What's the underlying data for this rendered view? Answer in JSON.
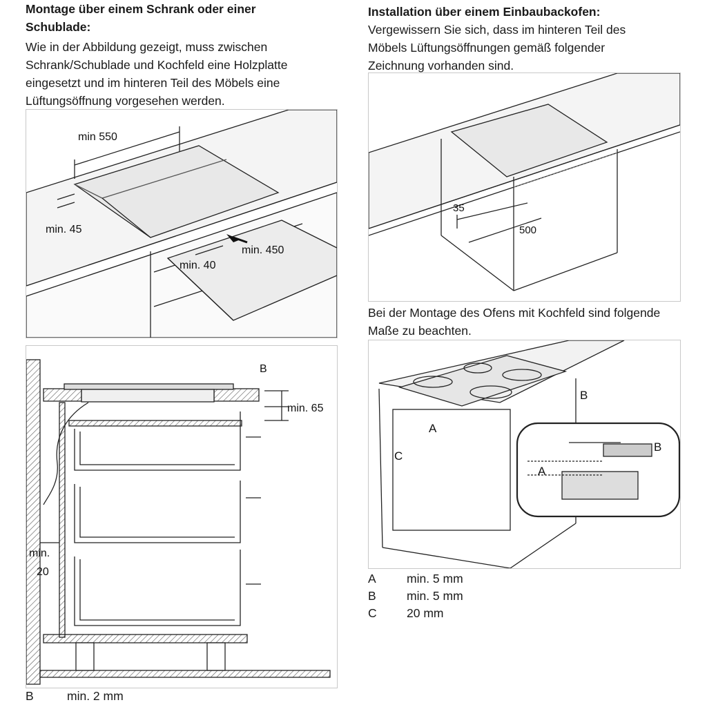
{
  "left": {
    "heading": [
      "Montage über einem Schrank oder einer",
      "Schublade:"
    ],
    "body": [
      "Wie in der Abbildung gezeigt, muss zwischen",
      "Schrank/Schublade und Kochfeld eine Holzplatte",
      "eingesetzt und im hinteren Teil des Möbels eine",
      "Lüftungsöffnung vorgesehen werden."
    ],
    "fig1": {
      "min550": "min 550",
      "min45": "min. 45",
      "min450": "min. 450",
      "min40": "min. 40"
    },
    "fig2": {
      "b": "B",
      "min65": "min. 65",
      "min": "min.",
      "twenty": "20"
    },
    "note": {
      "key": "B",
      "value": "min. 2 mm"
    }
  },
  "right": {
    "heading": "Installation über einem Einbaubackofen:",
    "body": [
      "Vergewissern Sie sich, dass im hinteren Teil des",
      "Möbels Lüftungsöffnungen gemäß folgender",
      "Zeichnung vorhanden sind."
    ],
    "fig3": {
      "d35": "35",
      "d500": "500"
    },
    "mid_text": [
      "Bei der Montage des Ofens mit Kochfeld sind folgende",
      "Maße zu beachten."
    ],
    "fig4": {
      "a": "A",
      "b": "B",
      "c": "C",
      "inset_a": "A",
      "inset_b": "B"
    },
    "legend": [
      {
        "key": "A",
        "value": "min. 5 mm"
      },
      {
        "key": "B",
        "value": "min. 5 mm"
      },
      {
        "key": "C",
        "value": "20 mm"
      }
    ]
  }
}
